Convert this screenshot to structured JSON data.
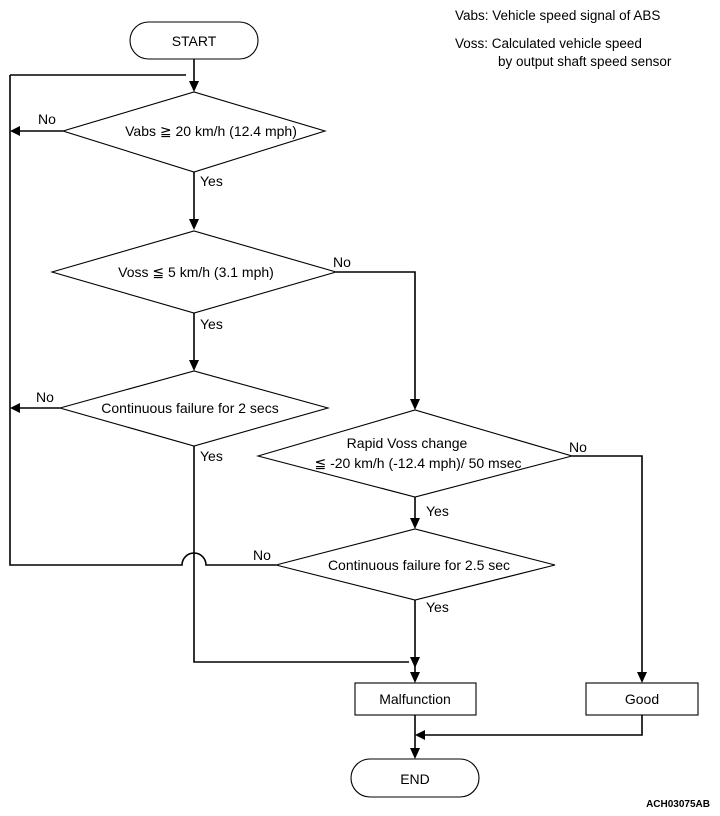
{
  "legend": {
    "vabs_line": "Vabs: Vehicle speed signal of ABS",
    "voss_line1": "Voss: Calculated vehicle speed",
    "voss_line2": "by output shaft speed sensor"
  },
  "nodes": {
    "start": "START",
    "vabs_check": "Vabs ≧ 20 km/h (12.4 mph)",
    "voss_check": "Voss ≦ 5 km/h (3.1 mph)",
    "cont_fail_2s": "Continuous failure for 2 secs",
    "rapid_change_line1": "Rapid Voss change",
    "rapid_change_line2": "≦ -20 km/h (-12.4 mph)/ 50 msec",
    "cont_fail_25s": "Continuous failure for 2.5 sec",
    "malfunction": "Malfunction",
    "good": "Good",
    "end": "END"
  },
  "edge_labels": {
    "vabs_no": "No",
    "vabs_yes": "Yes",
    "voss_no": "No",
    "voss_yes": "Yes",
    "cont2_no": "No",
    "cont2_yes": "Yes",
    "rapid_no": "No",
    "rapid_yes": "Yes",
    "cont25_no": "No",
    "cont25_yes": "Yes"
  },
  "figure_id": "ACH03075AB"
}
